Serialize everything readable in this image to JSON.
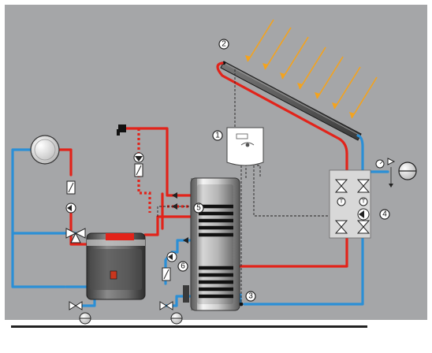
{
  "colors": {
    "background": "#a5a6a8",
    "hot_pipe": "#e2231a",
    "cold_pipe": "#2b8fd6",
    "sun_rays": "#f4a31d",
    "collector": "#4a4a4a",
    "control_line": "#222222",
    "floor": "#222222",
    "tank_dark": "#1a1a1a",
    "tank_light": "#e8e8e8",
    "boiler_top": "#e2231a",
    "boiler_body": "#5a5a5a"
  },
  "labels": {
    "controller": "1",
    "collector": "2",
    "sensor_bottom": "3",
    "solar_station": "4",
    "sensor_top": "5",
    "hx_sensor": "6"
  },
  "components": {
    "solar_collector": "solar-collector",
    "controller": "solar-controller",
    "storage_tank": "bivalent-storage-tank",
    "boiler": "heating-boiler",
    "radiator": "radiator",
    "solar_station": "solar-pump-station",
    "expansion_vessel": "expansion-vessel"
  }
}
